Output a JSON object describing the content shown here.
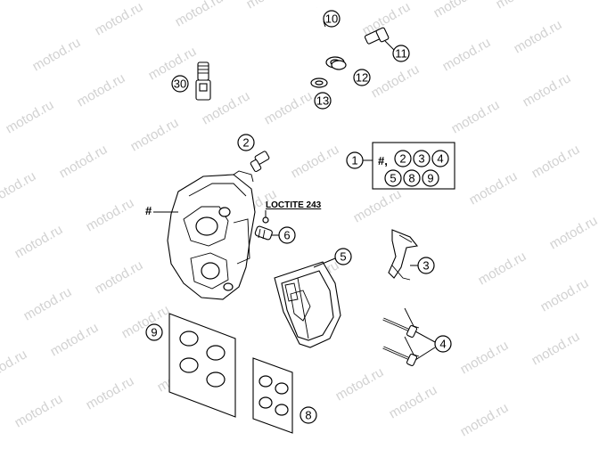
{
  "watermark": "motod.ru",
  "labels": {
    "hash_caliper": "#",
    "hash_kit": "#,",
    "loctite": "LOCTITE 243"
  },
  "callouts": {
    "c10": "10",
    "c11": "11",
    "c12": "12",
    "c13": "13",
    "c30": "30",
    "c2": "2",
    "c1": "1",
    "c6": "6",
    "c5": "5",
    "c3": "3",
    "c4": "4",
    "c9": "9",
    "c8": "8",
    "k2": "2",
    "k3": "3",
    "k4": "4",
    "k5": "5",
    "k8": "8",
    "k9": "9"
  }
}
